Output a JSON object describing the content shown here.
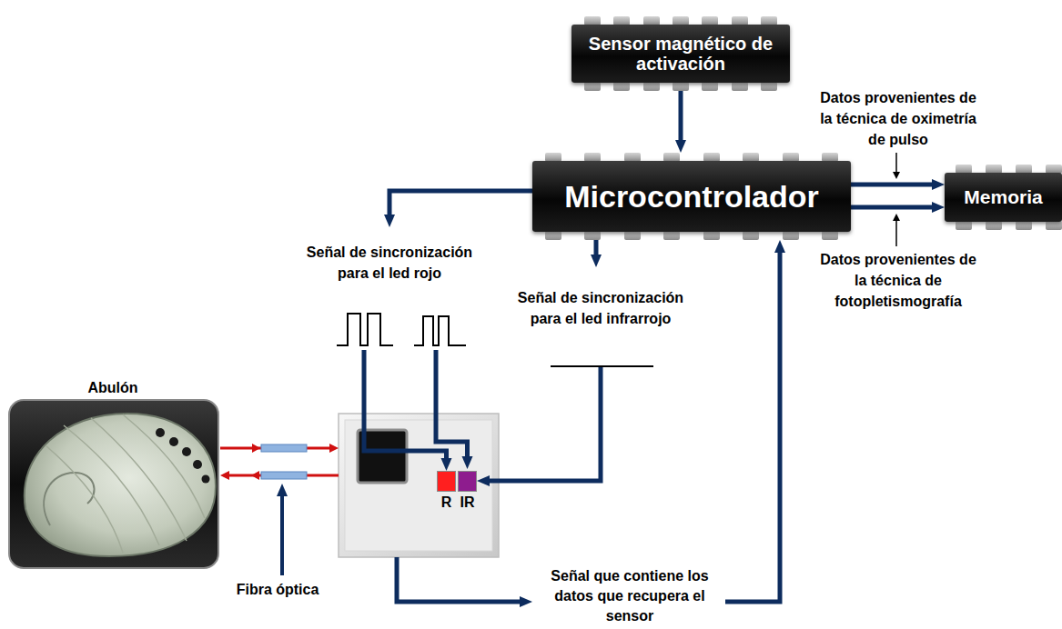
{
  "diagram": {
    "nodes": [
      {
        "text": [
          "Sensor magnético de activación"
        ]
      },
      {
        "text": [
          "Microcontrolador"
        ]
      },
      {
        "text": [
          "Memoria"
        ]
      },
      {
        "text": [
          "Abulón"
        ]
      },
      {
        "text": []
      },
      {
        "text": [
          "R"
        ],
        "in": 4
      },
      {
        "text": [
          "IR"
        ],
        "in": 4
      }
    ],
    "edges": [
      {
        "from": 0,
        "to": 1,
        "arrow": "to"
      },
      {
        "from": 1,
        "to": 2,
        "label": "Datos provenientes de la técnica de oximetría de pulso",
        "arrow": "to"
      },
      {
        "from": 1,
        "to": 2,
        "label": "Datos provenientes de la técnica de fotopletismografía",
        "arrow": "to"
      },
      {
        "from": 1,
        "to": 5,
        "label": "Señal de sincronización para el led rojo",
        "arrow": "to"
      },
      {
        "from": 1,
        "to": 6,
        "label": "Señal de sincronización para el led infrarrojo",
        "arrow": "to"
      },
      {
        "from": 4,
        "to": 1,
        "label": "Señal que contiene los datos que recupera el sensor",
        "arrow": "to"
      },
      {
        "from": 3,
        "to": 4,
        "arrow": "to"
      },
      {
        "from": 4,
        "to": 3,
        "arrow": "to"
      }
    ],
    "labels": [
      "Fibra óptica"
    ]
  }
}
